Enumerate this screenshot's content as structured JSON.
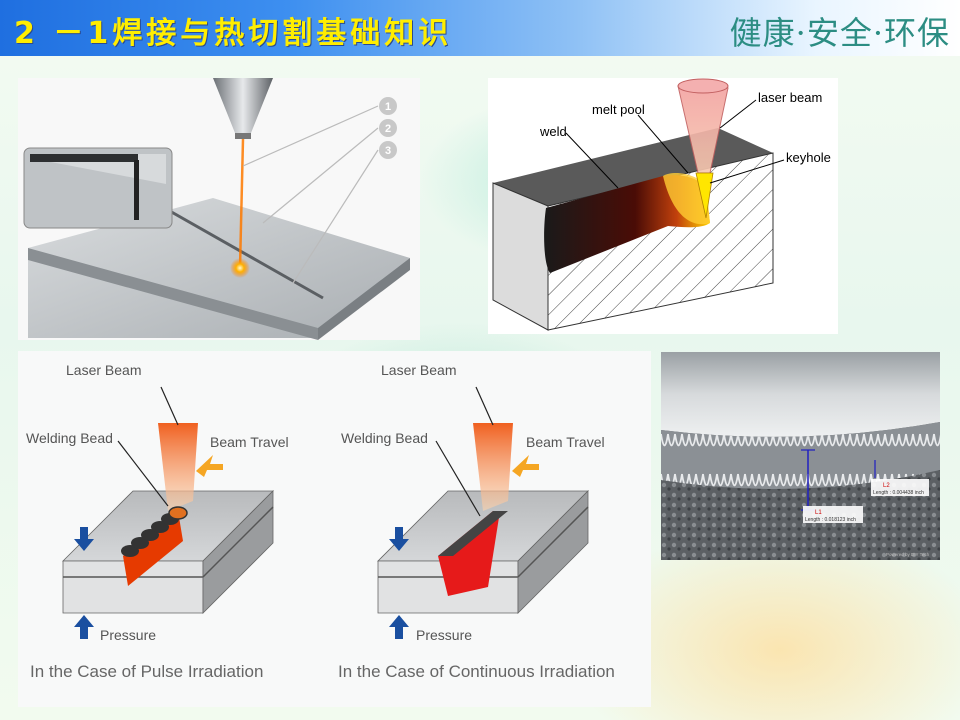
{
  "header": {
    "title": "2 －1焊接与热切割基础知识",
    "slogan": "健康·安全·环保"
  },
  "panel_laser_welding": {
    "callouts": [
      "1",
      "2",
      "3"
    ]
  },
  "panel_keyhole": {
    "labels": {
      "weld": "weld",
      "melt_pool": "melt pool",
      "laser_beam": "laser beam",
      "keyhole": "keyhole"
    }
  },
  "panel_irradiation": {
    "left": {
      "laser_beam": "Laser Beam",
      "welding_bead": "Welding Bead",
      "beam_travel": "Beam Travel",
      "pressure": "Pressure",
      "caption": "In the Case of Pulse Irradiation"
    },
    "right": {
      "laser_beam": "Laser Beam",
      "welding_bead": "Welding Bead",
      "beam_travel": "Beam Travel",
      "pressure": "Pressure",
      "caption": "In the Case of Continuous Irradiation"
    }
  },
  "panel_micrograph": {
    "l2_tag": "L2",
    "l2_length": "Length : 0.004438 inch",
    "l1_tag": "L1",
    "l1_length": "Length : 0.018123 inch",
    "footer": "Powered by DIY Tech"
  }
}
